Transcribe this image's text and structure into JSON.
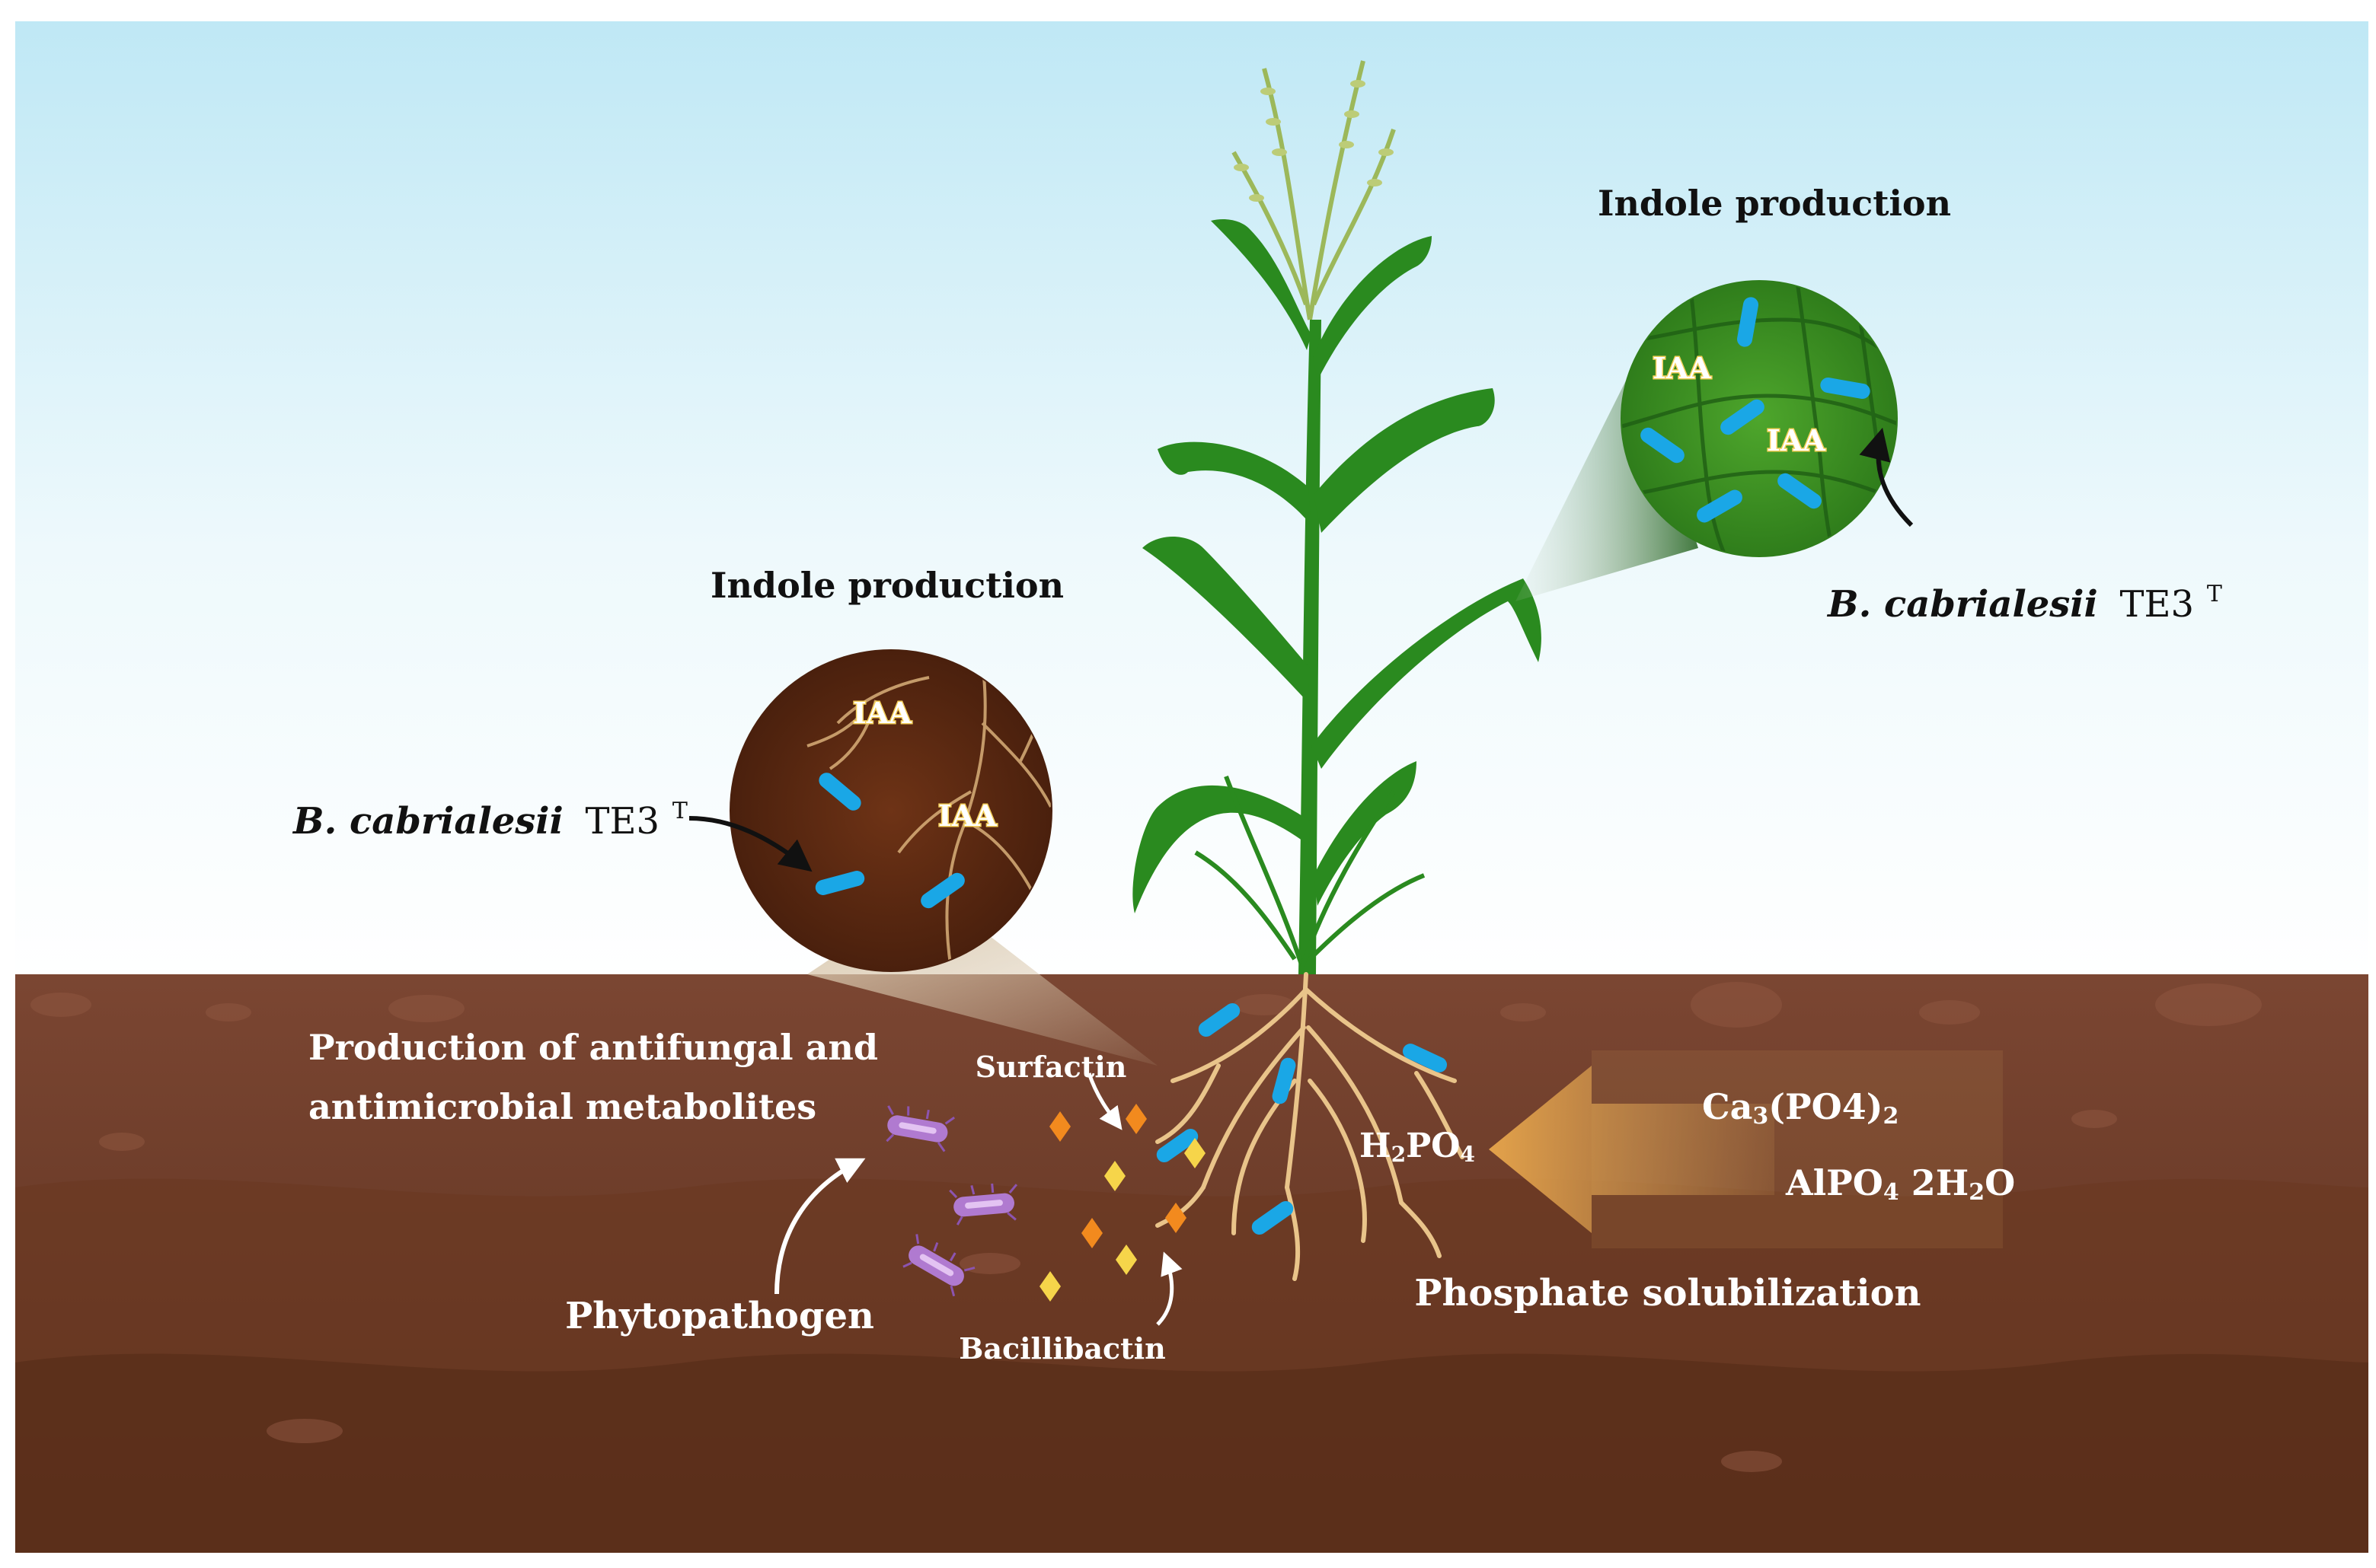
{
  "labels": {
    "indole_right": "Indole production",
    "indole_left": "Indole production",
    "strain_right_name": "B. cabrialesii",
    "strain_right_code": "TE3",
    "strain_right_sup": "T",
    "strain_left_name": "B. cabrialesii",
    "strain_left_code": "TE3",
    "strain_left_sup": "T",
    "iaa_1": "IAA",
    "iaa_2": "IAA",
    "iaa_3": "IAA",
    "iaa_4": "IAA",
    "antifungal_line1": "Production of antifungal and",
    "antifungal_line2": "antimicrobial metabolites",
    "surfactin": "Surfactin",
    "bacillibactin": "Bacillibactin",
    "phytopathogen": "Phytopathogen",
    "h2po4_a": "H",
    "h2po4_b": "2",
    "h2po4_c": "PO",
    "h2po4_d": "4",
    "ca_a": "Ca",
    "ca_b": "3",
    "ca_c": "(PO4)",
    "ca_d": "2",
    "al_a": "AlPO",
    "al_b": "4",
    "al_c": " 2H",
    "al_d": "2",
    "al_e": "O",
    "phosphate": "Phosphate solubilization"
  },
  "colors": {
    "sky_top": "#bfe8f5",
    "sky_bottom": "#ffffff",
    "soil_top": "#7a4530",
    "soil_bottom": "#5e3220",
    "leaf_green": "#2a8a1f",
    "bacterium_blue": "#1aa7e6",
    "pathogen_purple": "#b07ad0",
    "surfactin_orange": "#f28a1e",
    "bacillibactin_yellow": "#f6d54a",
    "root_tan": "#e9c48a"
  }
}
